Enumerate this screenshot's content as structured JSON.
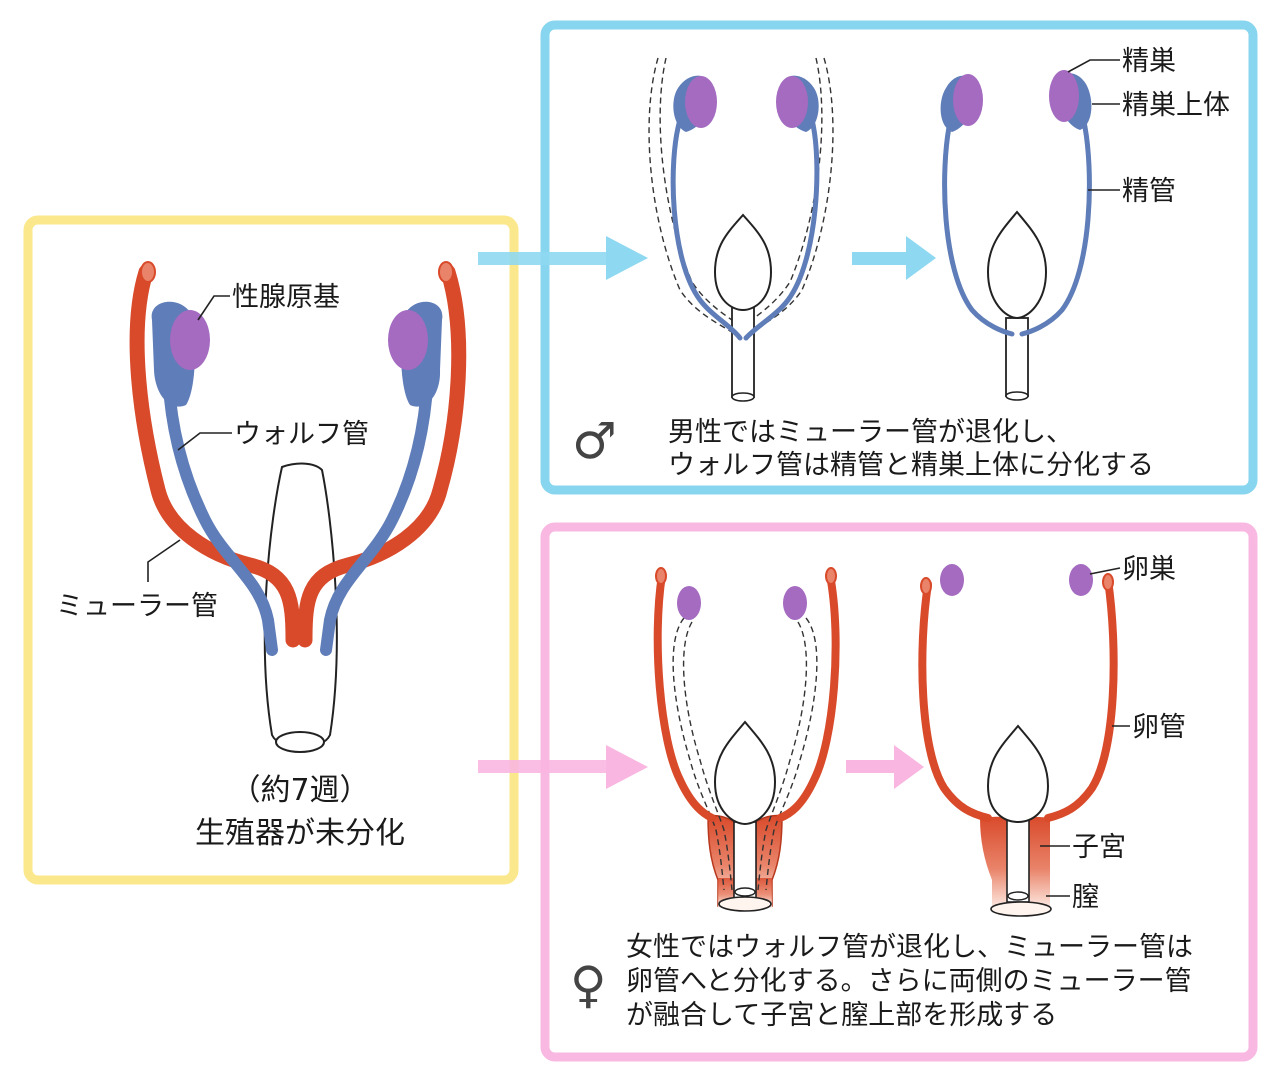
{
  "colors": {
    "yellow_box": "#fbe88c",
    "blue_box": "#87d5ee",
    "pink_box": "#f8b8e2",
    "mullerian_duct": "#d94a2b",
    "wolffian_duct": "#5f7db8",
    "gonad": "#a46bc1",
    "arrow_blue": "#8fd8f1",
    "arrow_pink": "#f9b6e0"
  },
  "undifferentiated": {
    "label_gonad": "性腺原基",
    "label_wolffian": "ウォルフ管",
    "label_mullerian": "ミューラー管",
    "caption_line1": "（約7週）",
    "caption_line2": "生殖器が未分化"
  },
  "male": {
    "symbol": "♂",
    "label_testis": "精巣",
    "label_epididymis": "精巣上体",
    "label_vas_deferens": "精管",
    "caption_line1": "男性ではミューラー管が退化し、",
    "caption_line2": "ウォルフ管は精管と精巣上体に分化する"
  },
  "female": {
    "symbol": "♀",
    "label_ovary": "卵巣",
    "label_oviduct": "卵管",
    "label_uterus": "子宮",
    "label_vagina": "膣",
    "caption_line1": "女性ではウォルフ管が退化し、ミューラー管は",
    "caption_line2": "卵管へと分化する。さらに両側のミューラー管",
    "caption_line3": "が融合して子宮と膣上部を形成する"
  },
  "icons": [
    "arrow-right-icon",
    "male-symbol-icon",
    "female-symbol-icon"
  ]
}
